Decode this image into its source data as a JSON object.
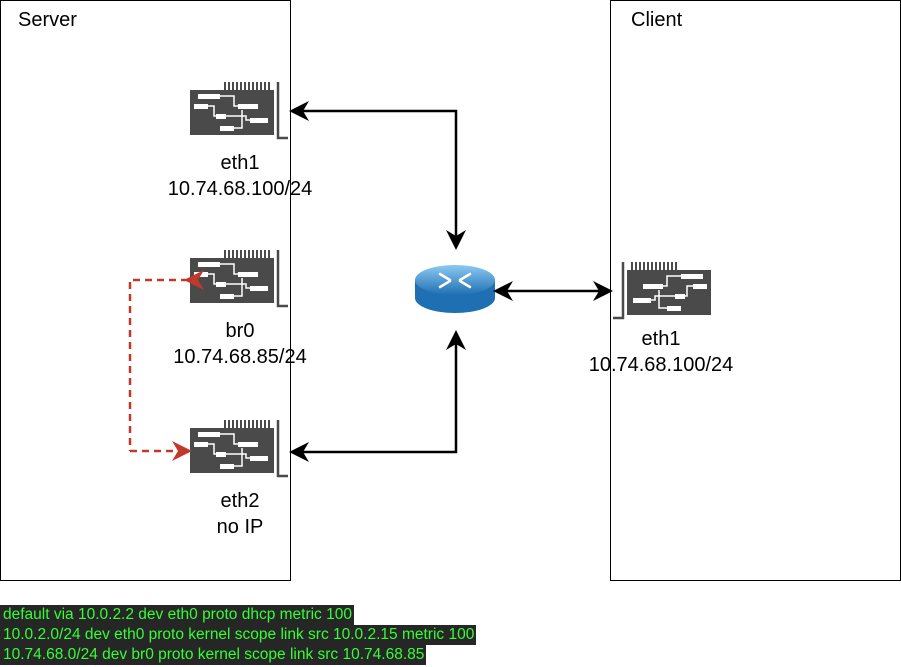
{
  "server": {
    "title": "Server"
  },
  "client": {
    "title": "Client"
  },
  "interfaces": {
    "server_eth1": {
      "name": "eth1",
      "ip": "10.74.68.100/24"
    },
    "server_br0": {
      "name": "br0",
      "ip": "10.74.68.85/24"
    },
    "server_eth2": {
      "name": "eth2",
      "ip": "no IP"
    },
    "client_eth1": {
      "name": "eth1",
      "ip": "10.74.68.100/24"
    }
  },
  "colors": {
    "nic": "#4a4a4a",
    "link": "#000000",
    "bridge_link": "#c0392b",
    "route_bg": "#262626",
    "route_text": "#33ff33",
    "router": "#3b95d6"
  },
  "routes": [
    "default via 10.0.2.2 dev eth0 proto dhcp metric 100",
    "10.0.2.0/24 dev eth0 proto kernel scope link src 10.0.2.15 metric 100",
    "10.74.68.0/24 dev br0 proto kernel scope link src 10.74.68.85"
  ]
}
